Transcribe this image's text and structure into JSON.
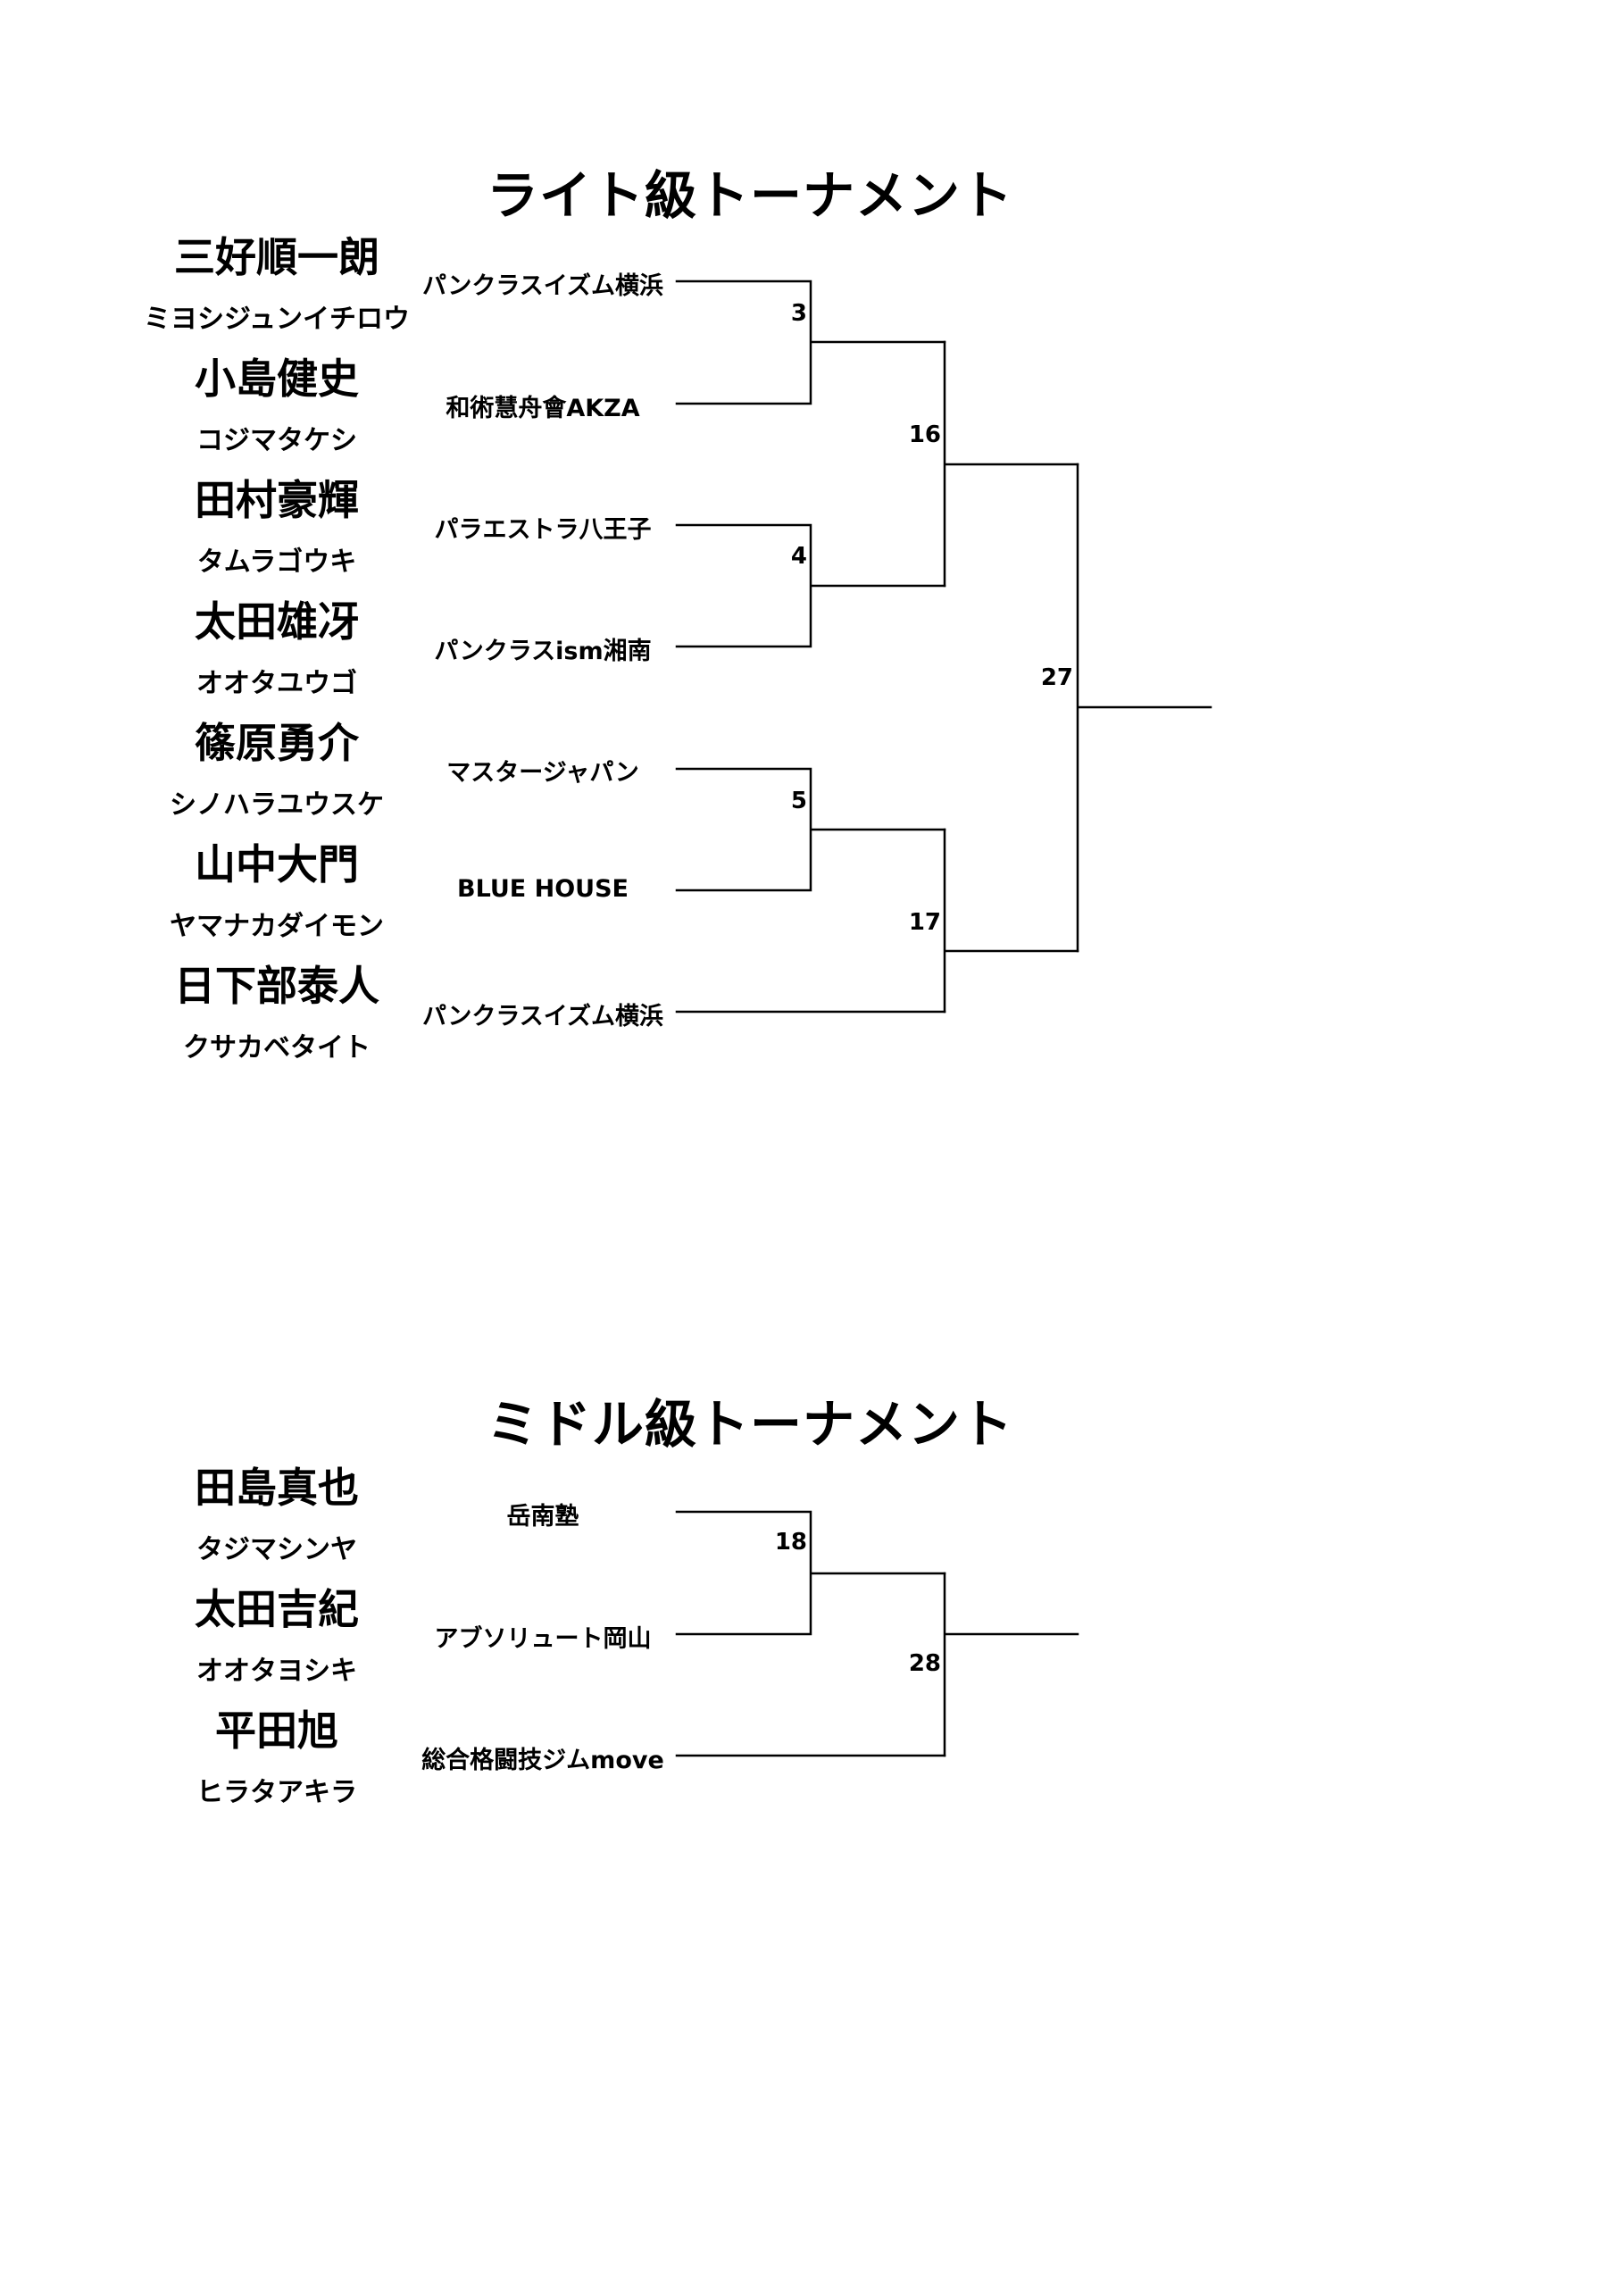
{
  "light": {
    "title": "ライト級トーナメント",
    "fighters": [
      {
        "name": "三好順一朗",
        "reading": "ミヨシジュンイチロウ",
        "gym": "パンクラスイズム横浜"
      },
      {
        "name": "小島健史",
        "reading": "コジマタケシ",
        "gym": "和術慧舟會AKZA"
      },
      {
        "name": "田村豪輝",
        "reading": "タムラゴウキ",
        "gym": "パラエストラ八王子"
      },
      {
        "name": "太田雄冴",
        "reading": "オオタユウゴ",
        "gym": "パンクラスism湘南"
      },
      {
        "name": "篠原勇介",
        "reading": "シノハラユウスケ",
        "gym": "マスタージャパン"
      },
      {
        "name": "山中大門",
        "reading": "ヤマナカダイモン",
        "gym": "BLUE HOUSE"
      },
      {
        "name": "日下部泰人",
        "reading": "クサカベタイト",
        "gym": "パンクラスイズム横浜"
      }
    ],
    "matches": [
      "3",
      "4",
      "5",
      "16",
      "17",
      "27"
    ]
  },
  "middle": {
    "title": "ミドル級トーナメント",
    "fighters": [
      {
        "name": "田島真也",
        "reading": "タジマシンヤ",
        "gym": "岳南塾"
      },
      {
        "name": "太田吉紀",
        "reading": "オオタヨシキ",
        "gym": "アブソリュート岡山"
      },
      {
        "name": "平田旭",
        "reading": "ヒラタアキラ",
        "gym": "総合格闘技ジムmove"
      }
    ],
    "matches": [
      "18",
      "28"
    ]
  }
}
